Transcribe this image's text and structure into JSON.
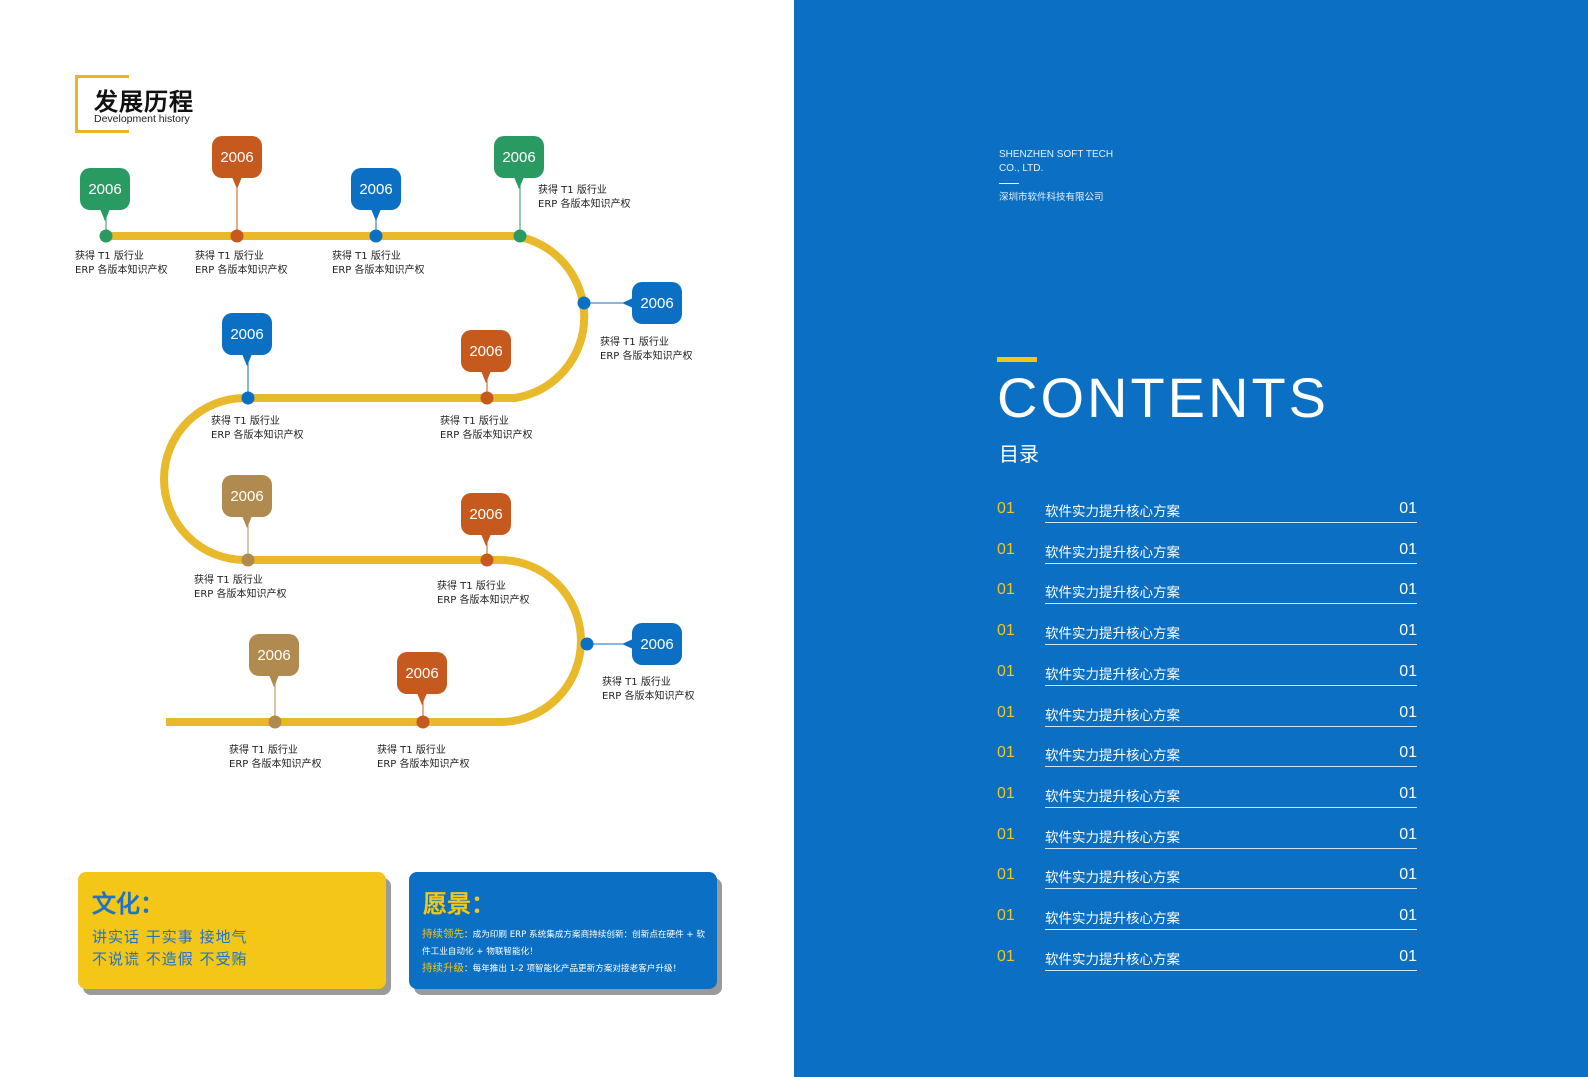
{
  "left_page": {
    "section_title_cn": "发展历程",
    "section_title_en": "Development history",
    "timeline": {
      "track_color": "#e8b92a",
      "milestones": [
        {
          "year": "2006",
          "color": "#2a9a63",
          "line1": "获得 T1 版行业",
          "line2": "ERP 各版本知识产权"
        },
        {
          "year": "2006",
          "color": "#c65a1e",
          "line1": "获得 T1 版行业",
          "line2": "ERP 各版本知识产权"
        },
        {
          "year": "2006",
          "color": "#0b6fc3",
          "line1": "获得 T1 版行业",
          "line2": "ERP 各版本知识产权"
        },
        {
          "year": "2006",
          "color": "#2a9a63",
          "line1": "获得 T1 版行业",
          "line2": "ERP 各版本知识产权"
        },
        {
          "year": "2006",
          "color": "#0b6fc3",
          "line1": "获得 T1 版行业",
          "line2": "ERP 各版本知识产权"
        },
        {
          "year": "2006",
          "color": "#c65a1e",
          "line1": "获得 T1 版行业",
          "line2": "ERP 各版本知识产权"
        },
        {
          "year": "2006",
          "color": "#0b6fc3",
          "line1": "获得 T1 版行业",
          "line2": "ERP 各版本知识产权"
        },
        {
          "year": "2006",
          "color": "#c65a1e",
          "line1": "获得 T1 版行业",
          "line2": "ERP 各版本知识产权"
        },
        {
          "year": "2006",
          "color": "#b08a4e",
          "line1": "获得 T1 版行业",
          "line2": "ERP 各版本知识产权"
        },
        {
          "year": "2006",
          "color": "#0b6fc3",
          "line1": "获得 T1 版行业",
          "line2": "ERP 各版本知识产权"
        },
        {
          "year": "2006",
          "color": "#c65a1e",
          "line1": "获得 T1 版行业",
          "line2": "ERP 各版本知识产权"
        },
        {
          "year": "2006",
          "color": "#b08a4e",
          "line1": "获得 T1 版行业",
          "line2": "ERP 各版本知识产权"
        }
      ]
    },
    "culture_card": {
      "title": "文化：",
      "line1": "讲实话  干实事  接地气",
      "line2": "不说谎  不造假  不受贿"
    },
    "vision_card": {
      "title": "愿景：",
      "item1_highlight": "持续领先",
      "item1_text": "：成为印刷 ERP 系统集成方案商持续创新：创新点在硬件 + 软件工业自动化 + 物联智能化！",
      "item2_highlight": "持续升级",
      "item2_text": "：每年推出 1-2 项智能化产品更新方案对接老客户升级！"
    }
  },
  "right_page": {
    "company_en_line1": "SHENZHEN SOFT TECH",
    "company_en_line2": "CO., LTD.",
    "company_cn": "深圳市软件科技有限公司",
    "contents_title": "CONTENTS",
    "contents_subtitle": "目录",
    "toc": [
      {
        "num": "01",
        "label": "软件实力提升核心方案",
        "page": "01"
      },
      {
        "num": "01",
        "label": "软件实力提升核心方案",
        "page": "01"
      },
      {
        "num": "01",
        "label": "软件实力提升核心方案",
        "page": "01"
      },
      {
        "num": "01",
        "label": "软件实力提升核心方案",
        "page": "01"
      },
      {
        "num": "01",
        "label": "软件实力提升核心方案",
        "page": "01"
      },
      {
        "num": "01",
        "label": "软件实力提升核心方案",
        "page": "01"
      },
      {
        "num": "01",
        "label": "软件实力提升核心方案",
        "page": "01"
      },
      {
        "num": "01",
        "label": "软件实力提升核心方案",
        "page": "01"
      },
      {
        "num": "01",
        "label": "软件实力提升核心方案",
        "page": "01"
      },
      {
        "num": "01",
        "label": "软件实力提升核心方案",
        "page": "01"
      },
      {
        "num": "01",
        "label": "软件实力提升核心方案",
        "page": "01"
      },
      {
        "num": "01",
        "label": "软件实力提升核心方案",
        "page": "01"
      }
    ]
  }
}
